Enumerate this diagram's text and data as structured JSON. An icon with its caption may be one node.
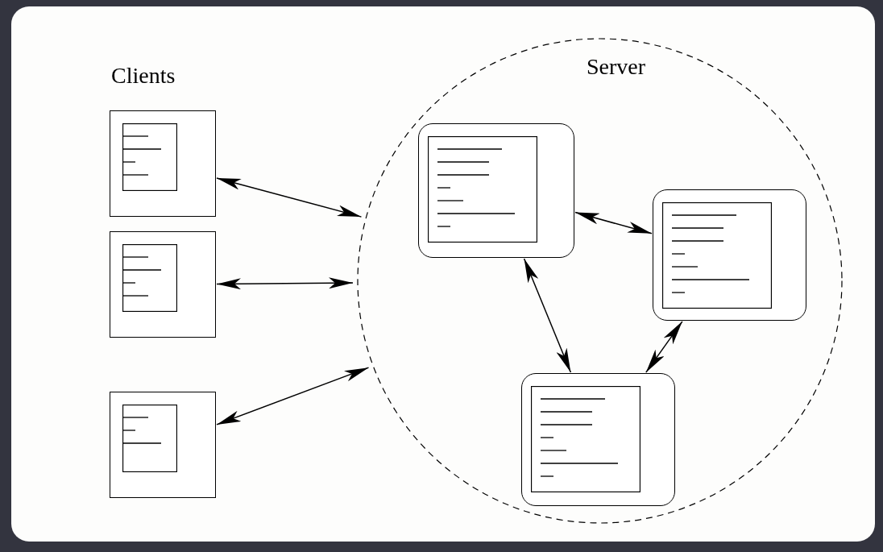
{
  "diagram": {
    "nodes": [
      {
        "text": [],
        "shape": "box"
      },
      {
        "text": [],
        "shape": "box"
      },
      {
        "text": [],
        "shape": "box"
      },
      {
        "text": [
          "Server"
        ]
      },
      {
        "text": [],
        "shape": "box",
        "in": 3
      },
      {
        "text": [],
        "shape": "box",
        "in": 3
      },
      {
        "text": [],
        "shape": "box",
        "in": 3
      }
    ],
    "edges": [
      {
        "from": 0,
        "to": 3,
        "arrow": "both"
      },
      {
        "from": 1,
        "to": 3,
        "arrow": "both"
      },
      {
        "from": 2,
        "to": 3,
        "arrow": "both"
      },
      {
        "from": 4,
        "to": 5,
        "arrow": "both"
      },
      {
        "from": 4,
        "to": 6,
        "arrow": "both"
      },
      {
        "from": 5,
        "to": 6,
        "arrow": "both"
      }
    ],
    "labels": [
      "Clients"
    ]
  }
}
